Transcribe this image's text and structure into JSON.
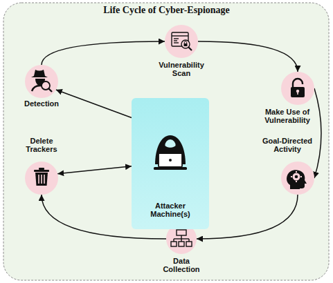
{
  "diagram": {
    "title": "Life Cycle of Cyber-Espionage",
    "nodes": [
      {
        "text": [
          "Vulnerability Scan"
        ]
      },
      {
        "text": [
          "Make Use of Vulnerability"
        ]
      },
      {
        "text": [
          "Goal-Directed Activity"
        ]
      },
      {
        "text": [
          "Data Collection"
        ]
      },
      {
        "text": [
          "Delete Trackers"
        ]
      },
      {
        "text": [
          "Detection"
        ]
      },
      {
        "text": [
          "Attacker Machine(s)"
        ]
      }
    ],
    "edges": [
      {
        "from": 5,
        "to": 0,
        "arrow": "to"
      },
      {
        "from": 0,
        "to": 1,
        "arrow": "to"
      },
      {
        "from": 1,
        "to": 2,
        "arrow": "to"
      },
      {
        "from": 2,
        "to": 3,
        "arrow": "to"
      },
      {
        "from": 3,
        "to": 4,
        "arrow": "to"
      },
      {
        "from": 6,
        "to": 5,
        "arrow": "to"
      },
      {
        "from": 6,
        "to": 4,
        "arrow": "both"
      }
    ]
  }
}
